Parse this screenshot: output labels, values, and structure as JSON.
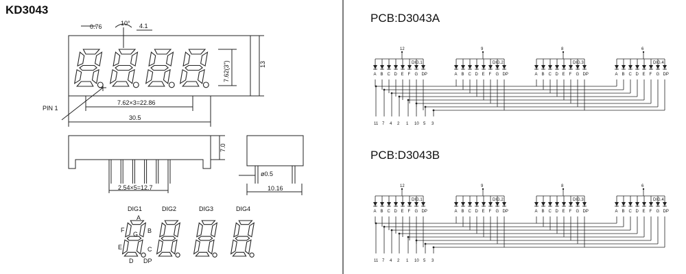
{
  "model": "KD3043",
  "dimensions": {
    "seg_width": "0.76",
    "slant": "10°",
    "pitch_w": "4.1",
    "digit_height": "7.62(3\")",
    "total_height": "13",
    "pin1": "PIN 1",
    "digit_span": "7.62×3=22.86",
    "total_width": "30.5",
    "depth": "7.0",
    "pin_span": "2.54×5=12.7",
    "pin_diameter": "ø0.5",
    "side_width": "10.16"
  },
  "digit_names": [
    "DIG1",
    "DIG2",
    "DIG3",
    "DIG4"
  ],
  "segment_letters": [
    "A",
    "B",
    "C",
    "D",
    "E",
    "F",
    "G",
    "DP"
  ],
  "schematics": [
    {
      "title": "PCB:D3043A",
      "pin_labels": [
        "11",
        "7",
        "4",
        "2",
        "1",
        "10",
        "5",
        "3"
      ],
      "digits": [
        {
          "label": "DIG.1",
          "common_pin": "12"
        },
        {
          "label": "DIG.2",
          "common_pin": "9"
        },
        {
          "label": "DIG.3",
          "common_pin": "8"
        },
        {
          "label": "DIG.4",
          "common_pin": "6"
        }
      ],
      "segment_labels": [
        "A",
        "B",
        "C",
        "D",
        "E",
        "F",
        "G",
        "DP"
      ]
    },
    {
      "title": "PCB:D3043B",
      "pin_labels": [
        "11",
        "7",
        "4",
        "2",
        "1",
        "10",
        "5",
        "3"
      ],
      "digits": [
        {
          "label": "DIG.1",
          "common_pin": "12"
        },
        {
          "label": "DIG.2",
          "common_pin": "9"
        },
        {
          "label": "DIG.3",
          "common_pin": "8"
        },
        {
          "label": "DIG.4",
          "common_pin": "6"
        }
      ],
      "segment_labels": [
        "A",
        "B",
        "C",
        "D",
        "E",
        "F",
        "G",
        "DP"
      ]
    }
  ]
}
